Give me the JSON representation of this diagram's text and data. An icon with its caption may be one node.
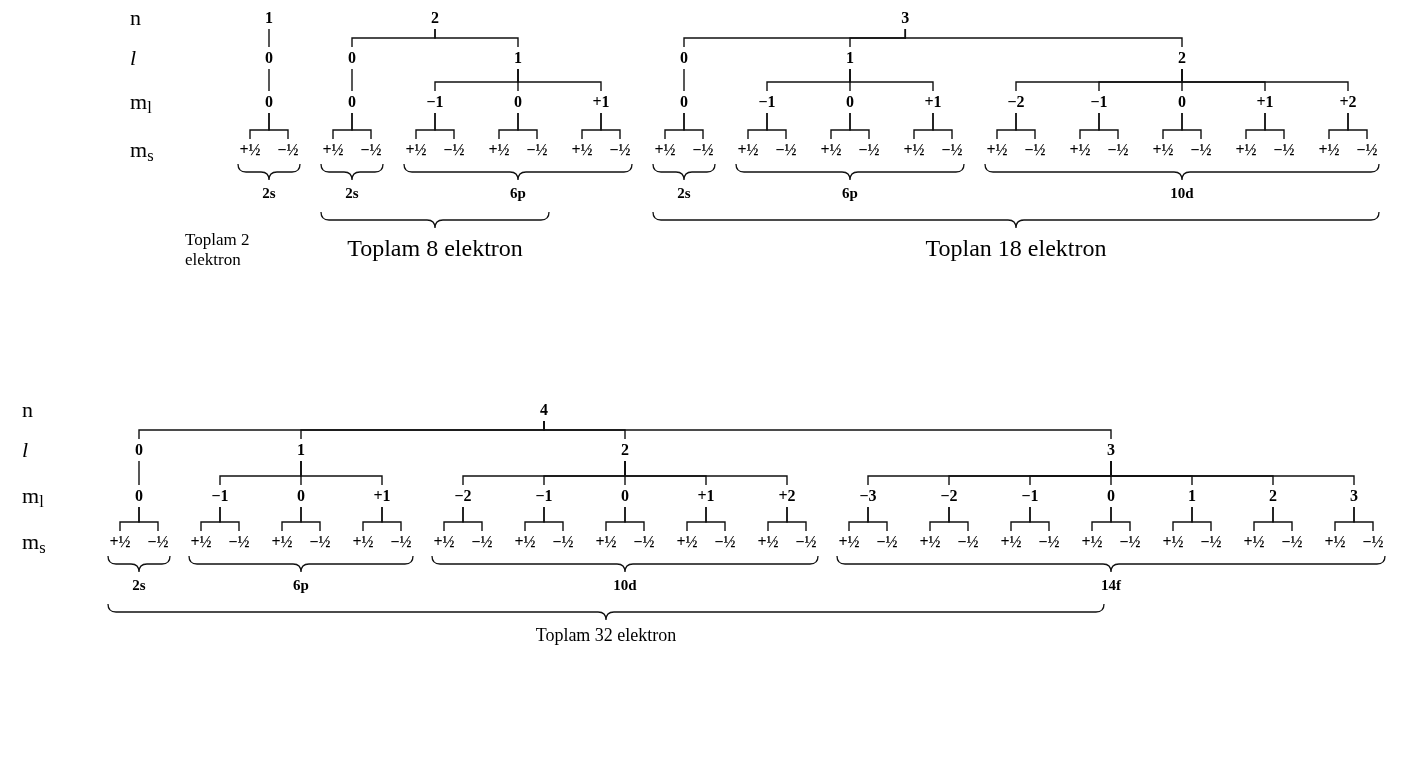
{
  "diagram": {
    "nodes": [
      {
        "text": [
          "1"
        ]
      },
      {
        "text": [
          "0"
        ]
      },
      {
        "text": [
          "0"
        ]
      },
      {
        "text": [
          "+½"
        ]
      },
      {
        "text": [
          "−½"
        ]
      },
      {
        "text": [
          "2"
        ]
      },
      {
        "text": [
          "0"
        ]
      },
      {
        "text": [
          "0"
        ]
      },
      {
        "text": [
          "+½"
        ]
      },
      {
        "text": [
          "−½"
        ]
      },
      {
        "text": [
          "1"
        ]
      },
      {
        "text": [
          "−1"
        ]
      },
      {
        "text": [
          "+½"
        ]
      },
      {
        "text": [
          "−½"
        ]
      },
      {
        "text": [
          "0"
        ]
      },
      {
        "text": [
          "+½"
        ]
      },
      {
        "text": [
          "−½"
        ]
      },
      {
        "text": [
          "+1"
        ]
      },
      {
        "text": [
          "+½"
        ]
      },
      {
        "text": [
          "−½"
        ]
      },
      {
        "text": [
          "3"
        ]
      },
      {
        "text": [
          "0"
        ]
      },
      {
        "text": [
          "0"
        ]
      },
      {
        "text": [
          "+½"
        ]
      },
      {
        "text": [
          "−½"
        ]
      },
      {
        "text": [
          "1"
        ]
      },
      {
        "text": [
          "−1"
        ]
      },
      {
        "text": [
          "+½"
        ]
      },
      {
        "text": [
          "−½"
        ]
      },
      {
        "text": [
          "0"
        ]
      },
      {
        "text": [
          "+½"
        ]
      },
      {
        "text": [
          "−½"
        ]
      },
      {
        "text": [
          "+1"
        ]
      },
      {
        "text": [
          "+½"
        ]
      },
      {
        "text": [
          "−½"
        ]
      },
      {
        "text": [
          "2"
        ]
      },
      {
        "text": [
          "−2"
        ]
      },
      {
        "text": [
          "+½"
        ]
      },
      {
        "text": [
          "−½"
        ]
      },
      {
        "text": [
          "−1"
        ]
      },
      {
        "text": [
          "+½"
        ]
      },
      {
        "text": [
          "−½"
        ]
      },
      {
        "text": [
          "0"
        ]
      },
      {
        "text": [
          "+½"
        ]
      },
      {
        "text": [
          "−½"
        ]
      },
      {
        "text": [
          "+1"
        ]
      },
      {
        "text": [
          "+½"
        ]
      },
      {
        "text": [
          "−½"
        ]
      },
      {
        "text": [
          "+2"
        ]
      },
      {
        "text": [
          "+½"
        ]
      },
      {
        "text": [
          "−½"
        ]
      },
      {
        "text": [
          "4"
        ]
      },
      {
        "text": [
          "0"
        ]
      },
      {
        "text": [
          "0"
        ]
      },
      {
        "text": [
          "+½"
        ]
      },
      {
        "text": [
          "−½"
        ]
      },
      {
        "text": [
          "1"
        ]
      },
      {
        "text": [
          "−1"
        ]
      },
      {
        "text": [
          "+½"
        ]
      },
      {
        "text": [
          "−½"
        ]
      },
      {
        "text": [
          "0"
        ]
      },
      {
        "text": [
          "+½"
        ]
      },
      {
        "text": [
          "−½"
        ]
      },
      {
        "text": [
          "+1"
        ]
      },
      {
        "text": [
          "+½"
        ]
      },
      {
        "text": [
          "−½"
        ]
      },
      {
        "text": [
          "2"
        ]
      },
      {
        "text": [
          "−2"
        ]
      },
      {
        "text": [
          "+½"
        ]
      },
      {
        "text": [
          "−½"
        ]
      },
      {
        "text": [
          "−1"
        ]
      },
      {
        "text": [
          "+½"
        ]
      },
      {
        "text": [
          "−½"
        ]
      },
      {
        "text": [
          "0"
        ]
      },
      {
        "text": [
          "+½"
        ]
      },
      {
        "text": [
          "−½"
        ]
      },
      {
        "text": [
          "+1"
        ]
      },
      {
        "text": [
          "+½"
        ]
      },
      {
        "text": [
          "−½"
        ]
      },
      {
        "text": [
          "+2"
        ]
      },
      {
        "text": [
          "+½"
        ]
      },
      {
        "text": [
          "−½"
        ]
      },
      {
        "text": [
          "3"
        ]
      },
      {
        "text": [
          "−3"
        ]
      },
      {
        "text": [
          "+½"
        ]
      },
      {
        "text": [
          "−½"
        ]
      },
      {
        "text": [
          "−2"
        ]
      },
      {
        "text": [
          "+½"
        ]
      },
      {
        "text": [
          "−½"
        ]
      },
      {
        "text": [
          "−1"
        ]
      },
      {
        "text": [
          "+½"
        ]
      },
      {
        "text": [
          "−½"
        ]
      },
      {
        "text": [
          "0"
        ]
      },
      {
        "text": [
          "+½"
        ]
      },
      {
        "text": [
          "−½"
        ]
      },
      {
        "text": [
          "1"
        ]
      },
      {
        "text": [
          "+½"
        ]
      },
      {
        "text": [
          "−½"
        ]
      },
      {
        "text": [
          "2"
        ]
      },
      {
        "text": [
          "+½"
        ]
      },
      {
        "text": [
          "−½"
        ]
      },
      {
        "text": [
          "3"
        ]
      },
      {
        "text": [
          "+½"
        ]
      },
      {
        "text": [
          "−½"
        ]
      }
    ],
    "edges": [
      {
        "from": 0,
        "to": 1,
        "arrow": "none"
      },
      {
        "from": 1,
        "to": 2,
        "arrow": "none"
      },
      {
        "from": 2,
        "to": 3,
        "arrow": "none"
      },
      {
        "from": 2,
        "to": 4,
        "arrow": "none"
      },
      {
        "from": 5,
        "to": 6,
        "arrow": "none"
      },
      {
        "from": 6,
        "to": 7,
        "arrow": "none"
      },
      {
        "from": 7,
        "to": 8,
        "arrow": "none"
      },
      {
        "from": 7,
        "to": 9,
        "arrow": "none"
      },
      {
        "from": 5,
        "to": 10,
        "arrow": "none"
      },
      {
        "from": 10,
        "to": 11,
        "arrow": "none"
      },
      {
        "from": 11,
        "to": 12,
        "arrow": "none"
      },
      {
        "from": 11,
        "to": 13,
        "arrow": "none"
      },
      {
        "from": 10,
        "to": 14,
        "arrow": "none"
      },
      {
        "from": 14,
        "to": 15,
        "arrow": "none"
      },
      {
        "from": 14,
        "to": 16,
        "arrow": "none"
      },
      {
        "from": 10,
        "to": 17,
        "arrow": "none"
      },
      {
        "from": 17,
        "to": 18,
        "arrow": "none"
      },
      {
        "from": 17,
        "to": 19,
        "arrow": "none"
      },
      {
        "from": 20,
        "to": 21,
        "arrow": "none"
      },
      {
        "from": 21,
        "to": 22,
        "arrow": "none"
      },
      {
        "from": 22,
        "to": 23,
        "arrow": "none"
      },
      {
        "from": 22,
        "to": 24,
        "arrow": "none"
      },
      {
        "from": 20,
        "to": 25,
        "arrow": "none"
      },
      {
        "from": 25,
        "to": 26,
        "arrow": "none"
      },
      {
        "from": 26,
        "to": 27,
        "arrow": "none"
      },
      {
        "from": 26,
        "to": 28,
        "arrow": "none"
      },
      {
        "from": 25,
        "to": 29,
        "arrow": "none"
      },
      {
        "from": 29,
        "to": 30,
        "arrow": "none"
      },
      {
        "from": 29,
        "to": 31,
        "arrow": "none"
      },
      {
        "from": 25,
        "to": 32,
        "arrow": "none"
      },
      {
        "from": 32,
        "to": 33,
        "arrow": "none"
      },
      {
        "from": 32,
        "to": 34,
        "arrow": "none"
      },
      {
        "from": 20,
        "to": 35,
        "arrow": "none"
      },
      {
        "from": 35,
        "to": 36,
        "arrow": "none"
      },
      {
        "from": 36,
        "to": 37,
        "arrow": "none"
      },
      {
        "from": 36,
        "to": 38,
        "arrow": "none"
      },
      {
        "from": 35,
        "to": 39,
        "arrow": "none"
      },
      {
        "from": 39,
        "to": 40,
        "arrow": "none"
      },
      {
        "from": 39,
        "to": 41,
        "arrow": "none"
      },
      {
        "from": 35,
        "to": 42,
        "arrow": "none"
      },
      {
        "from": 42,
        "to": 43,
        "arrow": "none"
      },
      {
        "from": 42,
        "to": 44,
        "arrow": "none"
      },
      {
        "from": 35,
        "to": 45,
        "arrow": "none"
      },
      {
        "from": 45,
        "to": 46,
        "arrow": "none"
      },
      {
        "from": 45,
        "to": 47,
        "arrow": "none"
      },
      {
        "from": 35,
        "to": 48,
        "arrow": "none"
      },
      {
        "from": 48,
        "to": 49,
        "arrow": "none"
      },
      {
        "from": 48,
        "to": 50,
        "arrow": "none"
      },
      {
        "from": 51,
        "to": 52,
        "arrow": "none"
      },
      {
        "from": 52,
        "to": 53,
        "arrow": "none"
      },
      {
        "from": 53,
        "to": 54,
        "arrow": "none"
      },
      {
        "from": 53,
        "to": 55,
        "arrow": "none"
      },
      {
        "from": 51,
        "to": 56,
        "arrow": "none"
      },
      {
        "from": 56,
        "to": 57,
        "arrow": "none"
      },
      {
        "from": 57,
        "to": 58,
        "arrow": "none"
      },
      {
        "from": 57,
        "to": 59,
        "arrow": "none"
      },
      {
        "from": 56,
        "to": 60,
        "arrow": "none"
      },
      {
        "from": 60,
        "to": 61,
        "arrow": "none"
      },
      {
        "from": 60,
        "to": 62,
        "arrow": "none"
      },
      {
        "from": 56,
        "to": 63,
        "arrow": "none"
      },
      {
        "from": 63,
        "to": 64,
        "arrow": "none"
      },
      {
        "from": 63,
        "to": 65,
        "arrow": "none"
      },
      {
        "from": 51,
        "to": 66,
        "arrow": "none"
      },
      {
        "from": 66,
        "to": 67,
        "arrow": "none"
      },
      {
        "from": 67,
        "to": 68,
        "arrow": "none"
      },
      {
        "from": 67,
        "to": 69,
        "arrow": "none"
      },
      {
        "from": 66,
        "to": 70,
        "arrow": "none"
      },
      {
        "from": 70,
        "to": 71,
        "arrow": "none"
      },
      {
        "from": 70,
        "to": 72,
        "arrow": "none"
      },
      {
        "from": 66,
        "to": 73,
        "arrow": "none"
      },
      {
        "from": 73,
        "to": 74,
        "arrow": "none"
      },
      {
        "from": 73,
        "to": 75,
        "arrow": "none"
      },
      {
        "from": 66,
        "to": 76,
        "arrow": "none"
      },
      {
        "from": 76,
        "to": 77,
        "arrow": "none"
      },
      {
        "from": 76,
        "to": 78,
        "arrow": "none"
      },
      {
        "from": 66,
        "to": 79,
        "arrow": "none"
      },
      {
        "from": 79,
        "to": 80,
        "arrow": "none"
      },
      {
        "from": 79,
        "to": 81,
        "arrow": "none"
      },
      {
        "from": 51,
        "to": 82,
        "arrow": "none"
      },
      {
        "from": 82,
        "to": 83,
        "arrow": "none"
      },
      {
        "from": 83,
        "to": 84,
        "arrow": "none"
      },
      {
        "from": 83,
        "to": 85,
        "arrow": "none"
      },
      {
        "from": 82,
        "to": 86,
        "arrow": "none"
      },
      {
        "from": 86,
        "to": 87,
        "arrow": "none"
      },
      {
        "from": 86,
        "to": 88,
        "arrow": "none"
      },
      {
        "from": 82,
        "to": 89,
        "arrow": "none"
      },
      {
        "from": 89,
        "to": 90,
        "arrow": "none"
      },
      {
        "from": 89,
        "to": 91,
        "arrow": "none"
      },
      {
        "from": 82,
        "to": 92,
        "arrow": "none"
      },
      {
        "from": 92,
        "to": 93,
        "arrow": "none"
      },
      {
        "from": 92,
        "to": 94,
        "arrow": "none"
      },
      {
        "from": 82,
        "to": 95,
        "arrow": "none"
      },
      {
        "from": 95,
        "to": 96,
        "arrow": "none"
      },
      {
        "from": 95,
        "to": 97,
        "arrow": "none"
      },
      {
        "from": 82,
        "to": 98,
        "arrow": "none"
      },
      {
        "from": 98,
        "to": 99,
        "arrow": "none"
      },
      {
        "from": 98,
        "to": 100,
        "arrow": "none"
      },
      {
        "from": 82,
        "to": 101,
        "arrow": "none"
      },
      {
        "from": 101,
        "to": 102,
        "arrow": "none"
      },
      {
        "from": 101,
        "to": 103,
        "arrow": "none"
      }
    ],
    "labels": [
      "n",
      "l",
      "m$_{l}$",
      "m$_{s}$",
      "2s",
      "2s",
      "6p",
      "2s",
      "6p",
      "10d",
      "Toplam 2 elektron",
      "Toplam 8 elektron",
      "Toplan 18 elektron",
      "n",
      "l",
      "m$_{l}$",
      "m$_{s}$",
      "2s",
      "6p",
      "10d",
      "14f",
      "Toplam 32 elektron"
    ]
  }
}
